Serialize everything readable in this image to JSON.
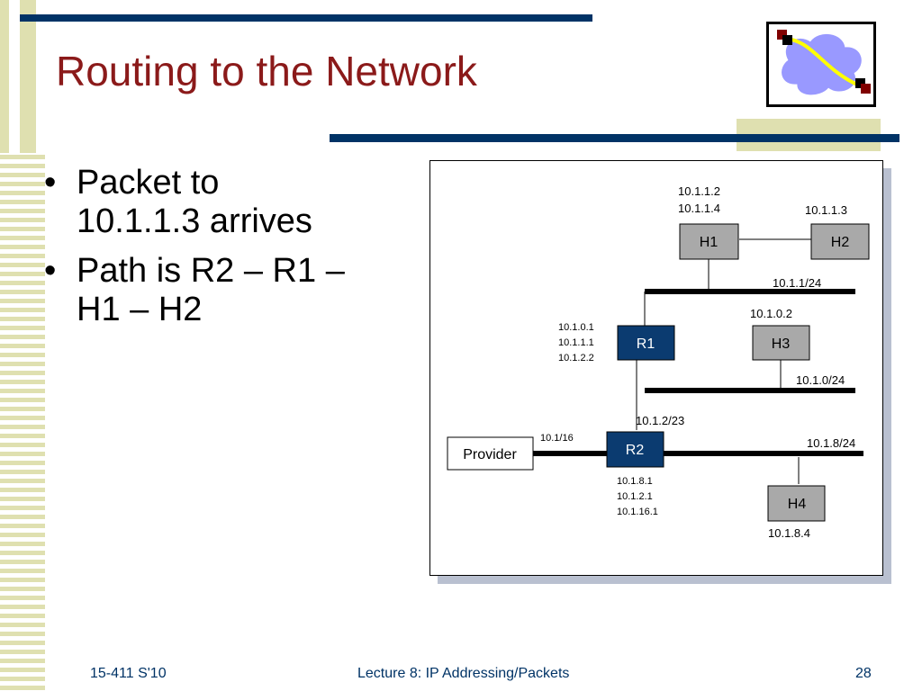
{
  "slide": {
    "title": "Routing to the Network",
    "bullets": [
      {
        "lines": [
          "Packet to",
          "10.1.1.3 arrives"
        ]
      },
      {
        "lines": [
          "Path is R2 – R1 –",
          "H1 – H2"
        ]
      }
    ],
    "bullet_glyph": "•",
    "footer": {
      "left": "15-411 S'10",
      "center": "Lecture 8: IP Addressing/Packets",
      "right": "28"
    },
    "colors": {
      "title": "#8b1a1a",
      "accent_bar": "#003366",
      "stripe": "#dfe0b0",
      "router": "#0b3b70",
      "host": "#a9a9a9"
    },
    "logo_icon": "network-cloud-icon"
  },
  "diagram": {
    "nodes": {
      "h1": "H1",
      "h2": "H2",
      "h3": "H3",
      "h4": "H4",
      "r1": "R1",
      "r2": "R2",
      "provider": "Provider"
    },
    "labels": {
      "h1_addrs": [
        "10.1.1.2",
        "10.1.1.4"
      ],
      "h2_addr": "10.1.1.3",
      "net_1_1": "10.1.1/24",
      "h3_addr": "10.1.0.2",
      "r1_addrs": [
        "10.1.0.1",
        "10.1.1.1",
        "10.1.2.2"
      ],
      "net_1_0": "10.1.0/24",
      "net_1_2": "10.1.2/23",
      "net_provider": "10.1/16",
      "net_1_8": "10.1.8/24",
      "r2_addrs": [
        "10.1.8.1",
        "10.1.2.1",
        "10.1.16.1"
      ],
      "h4_addr": "10.1.8.4"
    }
  }
}
